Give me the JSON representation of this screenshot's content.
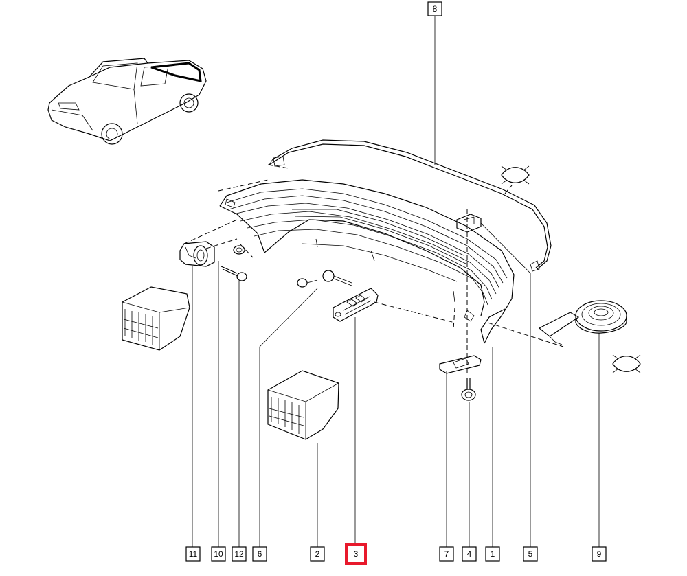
{
  "callouts": [
    {
      "id": "11",
      "label": "11",
      "highlighted": false
    },
    {
      "id": "10",
      "label": "10",
      "highlighted": false
    },
    {
      "id": "12",
      "label": "12",
      "highlighted": false
    },
    {
      "id": "6",
      "label": "6",
      "highlighted": false
    },
    {
      "id": "2",
      "label": "2",
      "highlighted": false
    },
    {
      "id": "3",
      "label": "3",
      "highlighted": true
    },
    {
      "id": "7",
      "label": "7",
      "highlighted": false
    },
    {
      "id": "4",
      "label": "4",
      "highlighted": false
    },
    {
      "id": "1",
      "label": "1",
      "highlighted": false
    },
    {
      "id": "5",
      "label": "5",
      "highlighted": false
    },
    {
      "id": "9",
      "label": "9",
      "highlighted": false
    },
    {
      "id": "8",
      "label": "8",
      "highlighted": false
    }
  ],
  "colors": {
    "highlight": "#e8192c",
    "line": "#000000",
    "background": "#ffffff"
  }
}
